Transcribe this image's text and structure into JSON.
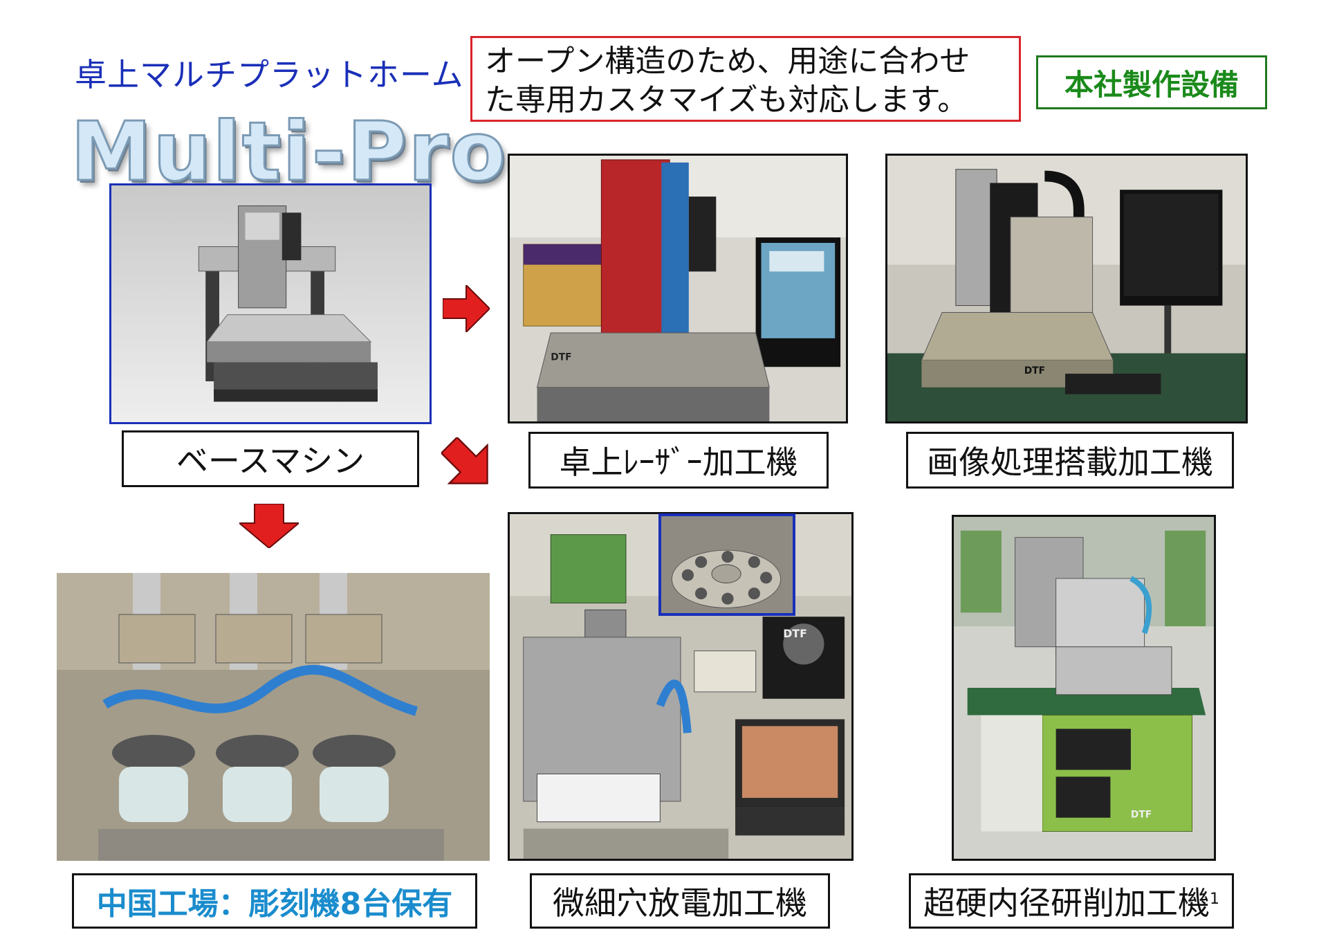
{
  "header": {
    "subtitle": "卓上マルチプラットホーム",
    "logo": "Multi-Pro",
    "notice_line1": "オープン構造のため、用途に合わせ",
    "notice_line2": "た専用カスタマイズも対応します。",
    "hq_badge": "本社製作設備"
  },
  "captions": {
    "base": "ベースマシン",
    "laser": "卓上ﾚｰｻﾞｰ加工機",
    "image": "画像処理搭載加工機",
    "china": "中国工場：彫刻機8台保有",
    "edm": "微細穴放電加工機",
    "grind": "超硬内径研削加工機",
    "grind_footnote": "1"
  },
  "photo_labels": {
    "dtf": "DTF"
  },
  "colors": {
    "blue": "#1a2fb8",
    "red": "#d9242a",
    "green": "#1a8a1a",
    "china_text": "#1a8ccd"
  }
}
